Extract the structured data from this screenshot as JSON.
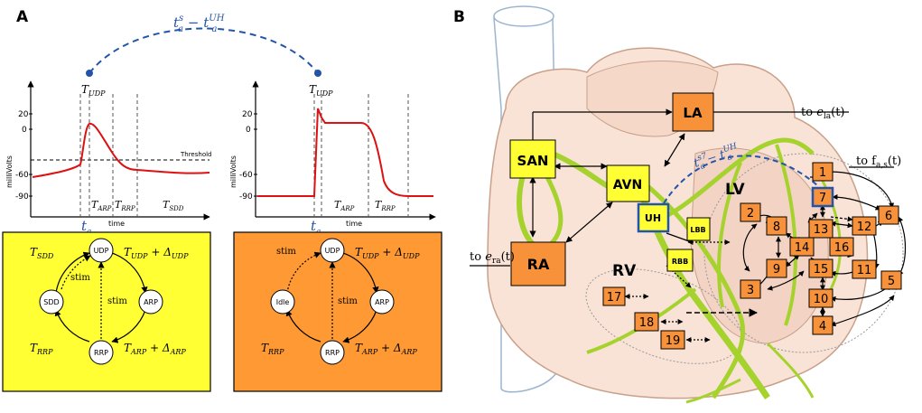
{
  "panel_a": {
    "label": "A",
    "delay": {
      "main": "t",
      "sup": "s",
      "minus": " − t",
      "sup2": "UH",
      "sub": "a",
      "sub2": "a"
    },
    "left_plot": {
      "t_udp": "T",
      "t_udp_sub": "UDP",
      "y_ticks": [
        "20",
        "0",
        "-60",
        "-90"
      ],
      "ylabel": "milliVolts",
      "xlabel": "time",
      "threshold": "Threshold",
      "phases": [
        {
          "t": "T",
          "sub": "ARP"
        },
        {
          "t": "T",
          "sub": "RRP"
        },
        {
          "t": "T",
          "sub": "SDD"
        }
      ],
      "ta": "t",
      "ta_sub": "a"
    },
    "right_plot": {
      "t_udp": "T",
      "t_udp_sub": "UDP",
      "y_ticks": [
        "20",
        "0",
        "-60",
        "-90"
      ],
      "ylabel": "milliVolts",
      "xlabel": "time",
      "phases": [
        {
          "t": "T",
          "sub": "ARP"
        },
        {
          "t": "T",
          "sub": "RRP"
        }
      ],
      "ta": "t",
      "ta_sub": "a"
    },
    "left_state": {
      "nodes": {
        "top": "UDP",
        "right": "ARP",
        "bottom": "RRP",
        "left": "SDD"
      },
      "stim1": "stim",
      "stim2": "stim",
      "edge_tsdd": {
        "t": "T",
        "sub": "SDD"
      },
      "edge_tudp": {
        "t": "T",
        "sub": "UDP",
        "plus": " + Δ",
        "sub2": "UDP"
      },
      "edge_trrp": {
        "t": "T",
        "sub": "RRP"
      },
      "edge_tarp": {
        "t": "T",
        "sub": "ARP",
        "plus": " + Δ",
        "sub2": "ARP"
      },
      "bg": "#ffff33"
    },
    "right_state": {
      "nodes": {
        "top": "UDP",
        "right": "ARP",
        "bottom": "RRP",
        "left": "Idle"
      },
      "stim1": "stim",
      "stim2": "stim",
      "edge_tudp": {
        "t": "T",
        "sub": "UDP",
        "plus": " + Δ",
        "sub2": "UDP"
      },
      "edge_trrp": {
        "t": "T",
        "sub": "RRP"
      },
      "edge_tarp": {
        "t": "T",
        "sub": "ARP",
        "plus": " + Δ",
        "sub2": "ARP"
      },
      "bg": "#ff9933"
    }
  },
  "panel_b": {
    "label": "B",
    "nodes": {
      "san": "SAN",
      "avn": "AVN",
      "la": "LA",
      "ra": "RA",
      "uh": "UH",
      "lbb": "LBB",
      "rbb": "RBB",
      "rv": "RV",
      "lv": "LV"
    },
    "to_ela": {
      "pre": "to ",
      "e": "e",
      "sub": "la",
      "post": "(t)"
    },
    "to_era": {
      "pre": "to ",
      "e": "e",
      "sub": "ra",
      "post": "(t)"
    },
    "to_fas": {
      "pre": "to f",
      "sub": "a,s",
      "post": "(t)"
    },
    "delay": {
      "t": "t",
      "sup": "s7",
      "minus": " − t",
      "sup2": "UH",
      "sub": "a",
      "sub2": "a"
    },
    "segments": [
      "1",
      "2",
      "3",
      "4",
      "5",
      "6",
      "7",
      "8",
      "9",
      "10",
      "11",
      "12",
      "13",
      "14",
      "15",
      "16",
      "17",
      "18",
      "19"
    ]
  },
  "colors": {
    "yellow": "#ffff33",
    "orange": "#ff9933",
    "seg_orange": "#f7923a",
    "fiber": "#a6d22e",
    "blue": "#2255aa",
    "red": "#dd1111",
    "heart": "#f9e3d6"
  }
}
